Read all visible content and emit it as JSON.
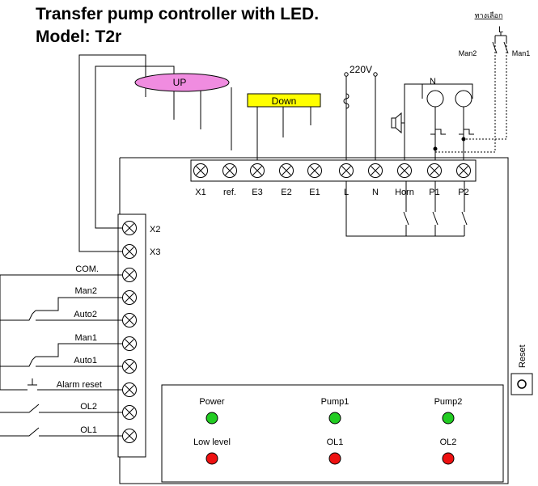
{
  "title": {
    "line1": "Transfer pump controller with LED.",
    "line2": "Model: T2r"
  },
  "top_sensors": {
    "up_label": "UP",
    "down_label": "Down",
    "voltage_label": "220V"
  },
  "alt_switch": {
    "caption": "ทางเลือก",
    "l_label": "L",
    "man2_label": "Man2",
    "man1_label": "Man1"
  },
  "motors": {
    "n_label": "N"
  },
  "top_terminals": [
    "X1",
    "ref.",
    "E3",
    "E2",
    "E1",
    "L",
    "N",
    "Horn",
    "P1",
    "P2"
  ],
  "side_terminals": {
    "x2": "X2",
    "x3": "X3"
  },
  "left_labels": [
    "COM.",
    "Man2",
    "Auto2",
    "Man1",
    "Auto1",
    "Alarm reset",
    "OL2",
    "OL1"
  ],
  "reset_label": "Reset",
  "leds": [
    {
      "label": "Power",
      "color": "#22cc22"
    },
    {
      "label": "Pump1",
      "color": "#22cc22"
    },
    {
      "label": "Pump2",
      "color": "#22cc22"
    },
    {
      "label": "Low level",
      "color": "#ee1111"
    },
    {
      "label": "OL1",
      "color": "#ee1111"
    },
    {
      "label": "OL2",
      "color": "#ee1111"
    }
  ],
  "colors": {
    "up_fill": "#f08ce0",
    "down_fill": "#ffff00",
    "led_green": "#22cc22",
    "led_red": "#ee1111"
  }
}
